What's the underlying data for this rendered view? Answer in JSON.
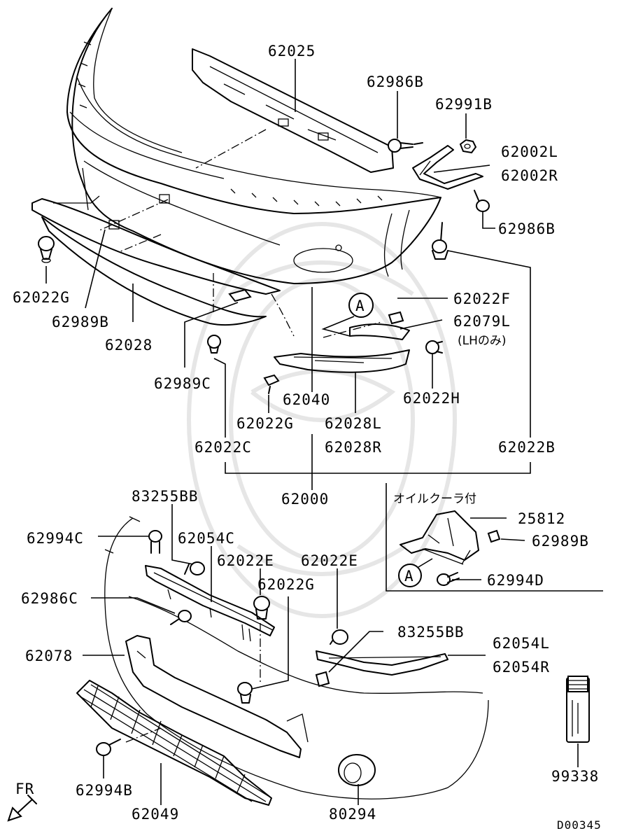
{
  "parts": {
    "p62025": "62025",
    "p62986B_top": "62986B",
    "p62991B": "62991B",
    "p62002L": "62002L",
    "p62002R": "62002R",
    "p62986B_right": "62986B",
    "p62022G_left": "62022G",
    "p62989B_left": "62989B",
    "p62028": "62028",
    "p62989C": "62989C",
    "p62022F": "62022F",
    "p62079L": "62079L",
    "lh_only": "(LHのみ)",
    "p62022H": "62022H",
    "p62040": "62040",
    "p62022G_mid": "62022G",
    "p62028L": "62028L",
    "p62028R": "62028R",
    "p62022C": "62022C",
    "p62022B": "62022B",
    "p62000": "62000",
    "p83255BB_top": "83255BB",
    "p62994C": "62994C",
    "p62054C": "62054C",
    "p62022E_a": "62022E",
    "p62022E_b": "62022E",
    "p62022G_low": "62022G",
    "p62986C": "62986C",
    "p83255BB_low": "83255BB",
    "p62054L": "62054L",
    "p62054R": "62054R",
    "p62078": "62078",
    "oil_cooler": "オイルクーラ付",
    "p25812": "25812",
    "p62989B_box": "62989B",
    "p62994D": "62994D",
    "p99338": "99338",
    "p62994B": "62994B",
    "p62049": "62049",
    "p80294": "80294",
    "fr": "FR",
    "diagram_id": "D00345"
  },
  "markers": {
    "a_top": "A",
    "a_box": "A"
  },
  "icons": {
    "fr_arrow": "arrow-down-left-icon"
  }
}
